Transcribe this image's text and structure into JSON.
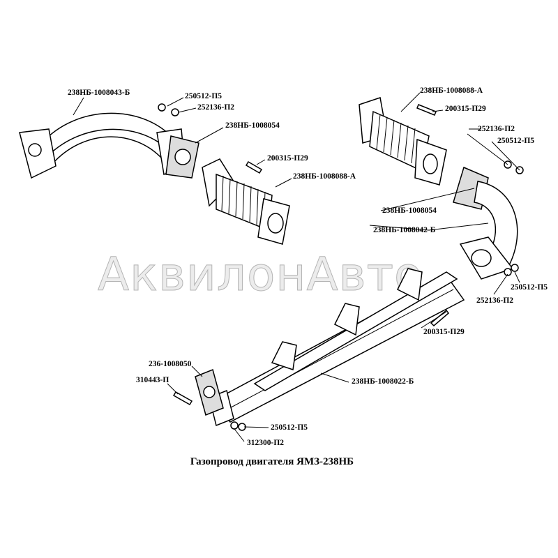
{
  "title": "Газопровод двигателя ЯМЗ-238НБ",
  "watermark": "АквилонАвто",
  "labels": [
    "238НБ-1008043-Б",
    "250512-П5",
    "252136-П2",
    "238НБ-1008054",
    "200315-П29",
    "238НБ-1008088-А",
    "238НБ-1008088-А",
    "200315-П29",
    "252136-П2",
    "250512-П5",
    "238НБ-1008054",
    "238НБ-1008042-Б",
    "250512-П5",
    "252136-П2",
    "200315-П29",
    "236-1008050",
    "310443-П",
    "238НБ-1008022-Б",
    "250512-П5",
    "312300-П2"
  ]
}
